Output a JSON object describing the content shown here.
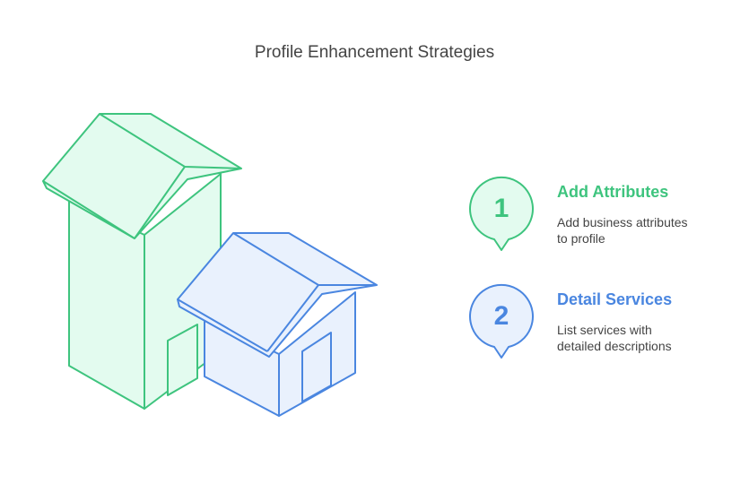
{
  "title": "Profile Enhancement Strategies",
  "colors": {
    "green": "#3ec47e",
    "green_fill": "#e3fbef",
    "blue": "#4a86e0",
    "blue_fill": "#e9f1fd",
    "text": "#444444"
  },
  "steps": [
    {
      "number": "1",
      "title": "Add Attributes",
      "description_lines": [
        "Add business attributes",
        "to profile"
      ],
      "color": "#3ec47e"
    },
    {
      "number": "2",
      "title": "Detail Services",
      "description_lines": [
        "List services with",
        "detailed descriptions"
      ],
      "color": "#4a86e0"
    }
  ]
}
